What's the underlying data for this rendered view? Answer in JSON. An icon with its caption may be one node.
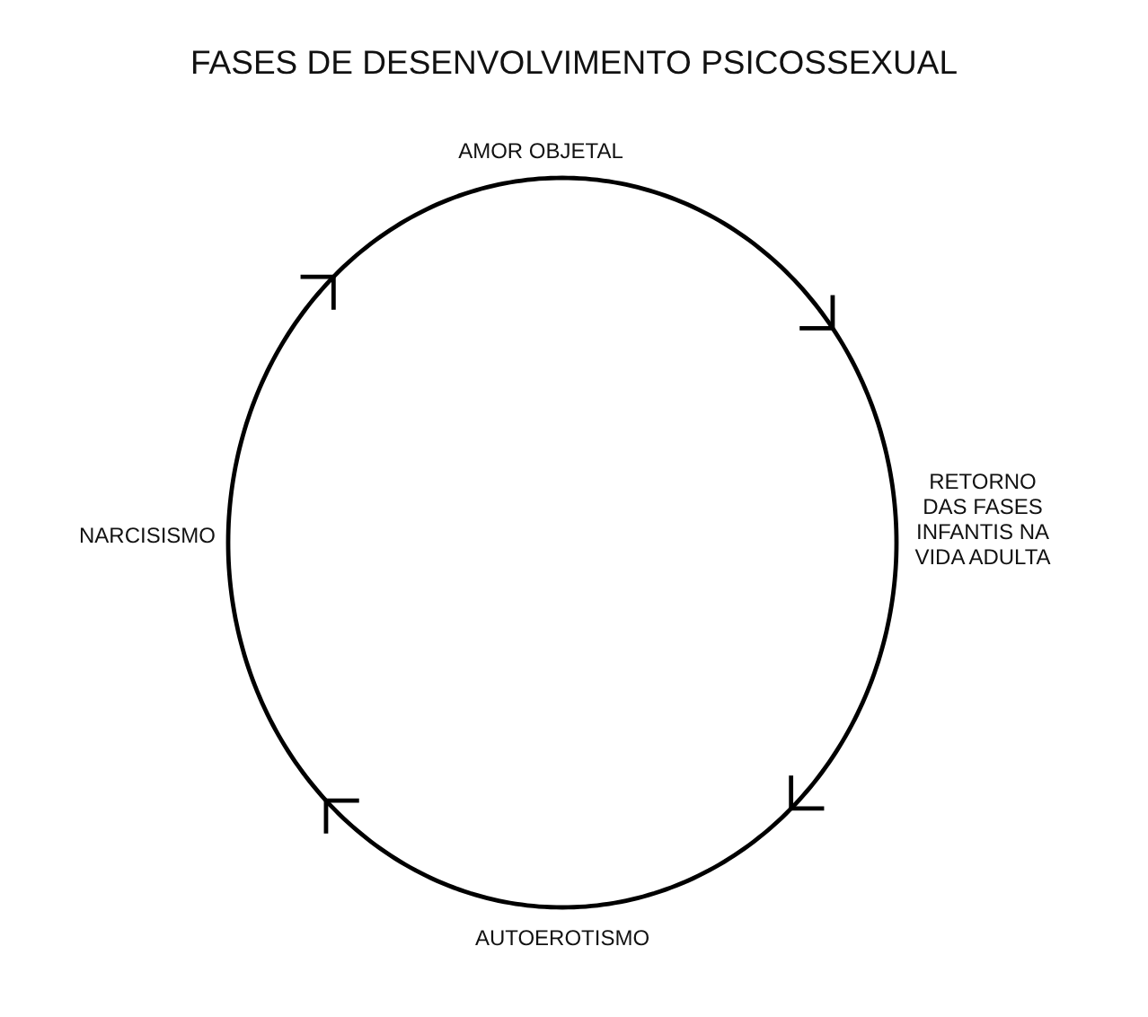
{
  "diagram": {
    "title": "FASES DE DESENVOLVIMENTO PSICOSSEXUAL",
    "nodes": [
      {
        "text": [
          "AMOR OBJETAL"
        ]
      },
      {
        "text": [
          "NARCISISMO"
        ]
      },
      {
        "text": [
          "RETORNO DAS FASES INFANTIS NA VIDA ADULTA"
        ]
      },
      {
        "text": [
          "AUTOEROTISMO"
        ]
      }
    ],
    "edges": [
      {
        "from": 0,
        "to": 2,
        "arrow": "to"
      },
      {
        "from": 2,
        "to": 3,
        "arrow": "to"
      },
      {
        "from": 3,
        "to": 1,
        "arrow": "to"
      },
      {
        "from": 1,
        "to": 0,
        "arrow": "to"
      }
    ]
  }
}
